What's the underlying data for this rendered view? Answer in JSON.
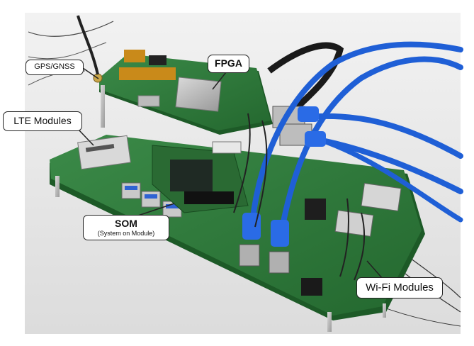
{
  "labels": {
    "gps": "GPS/GNSS",
    "fpga": "FPGA",
    "lte": "LTE Modules",
    "som": "SOM",
    "som_sub": "(System on Module)",
    "wifi": "Wi-Fi Modules"
  },
  "colors": {
    "board": "#2e7d3e",
    "cable_blue": "#1f5fd6",
    "background": "#e9e9e9"
  }
}
